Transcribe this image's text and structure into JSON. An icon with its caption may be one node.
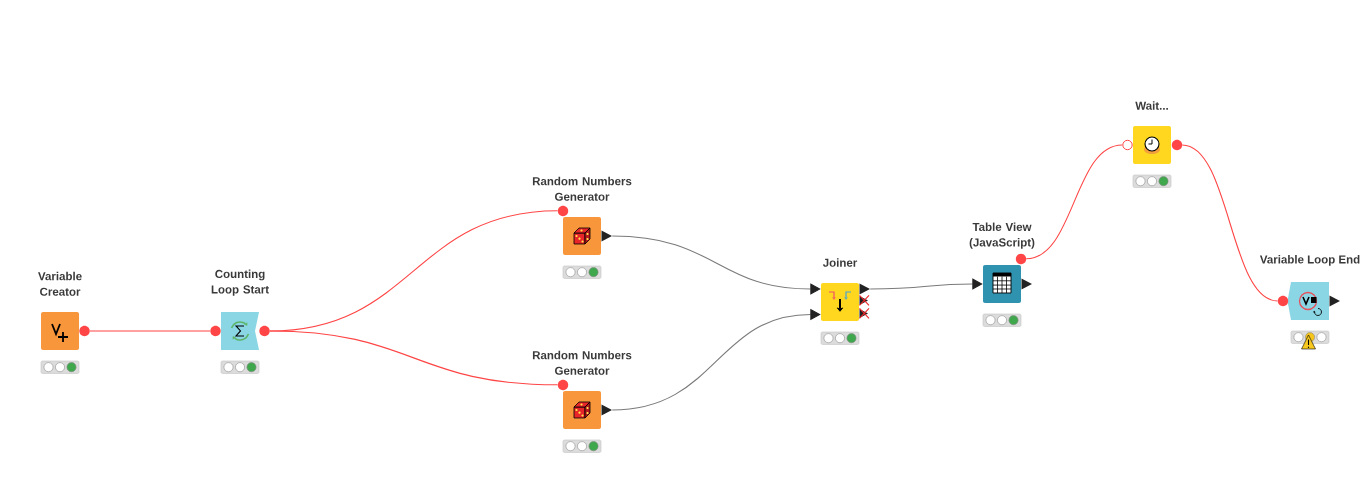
{
  "diagram": {
    "nodes": [
      {
        "text": [
          "Variable Creator"
        ]
      },
      {
        "text": [
          "Counting Loop Start"
        ]
      },
      {
        "text": [
          "Random Numbers Generator"
        ]
      },
      {
        "text": [
          "Random Numbers Generator"
        ]
      },
      {
        "text": [
          "Joiner"
        ]
      },
      {
        "text": [
          "Table View (JavaScript)"
        ]
      },
      {
        "text": [
          "Wait..."
        ]
      },
      {
        "text": [
          "Variable Loop End"
        ]
      }
    ],
    "edges": [
      {
        "from": 0,
        "to": 1,
        "arrow": "none"
      },
      {
        "from": 1,
        "to": 2,
        "arrow": "none"
      },
      {
        "from": 1,
        "to": 3,
        "arrow": "none"
      },
      {
        "from": 2,
        "to": 4,
        "arrow": "to",
        "color": "#7a7a7a"
      },
      {
        "from": 3,
        "to": 4,
        "arrow": "to",
        "color": "#7a7a7a"
      },
      {
        "from": 4,
        "to": 5,
        "arrow": "to",
        "color": "#7a7a7a"
      },
      {
        "from": 5,
        "to": 6,
        "arrow": "none"
      },
      {
        "from": 6,
        "to": 7,
        "arrow": "none"
      }
    ]
  }
}
